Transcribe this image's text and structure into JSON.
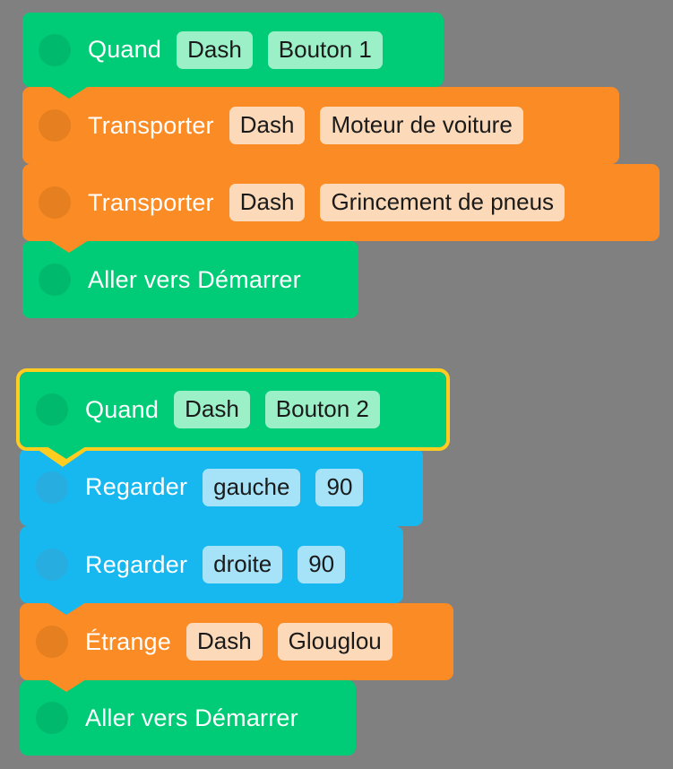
{
  "app": {
    "name": "blockly-visual-programming-workspace",
    "language": "fr",
    "background_color": "#808080"
  },
  "palette": {
    "event_green": "#00cc77",
    "event_green_dot": "#00b96c",
    "event_green_field": "#9cf0c8",
    "sound_orange": "#fb8b24",
    "sound_orange_dot": "#e57f1f",
    "sound_orange_field": "#fcd9b8",
    "look_blue": "#16b8ef",
    "look_blue_dot": "#28ade0",
    "look_blue_field": "#a6e3f9",
    "selection_highlight": "#ffcd20",
    "label_text": "#ffffff",
    "field_text": "#1a1a1a"
  },
  "stacks": [
    {
      "id": "stack-1",
      "selected": false,
      "blocks": [
        {
          "id": "block-quand-bouton-1",
          "category": "event",
          "color": "green",
          "icon": "circle-icon",
          "label": "Quand",
          "fields": [
            {
              "name": "robot",
              "value": "Dash"
            },
            {
              "name": "trigger",
              "value": "Bouton 1"
            }
          ]
        },
        {
          "id": "block-transporter-moteur",
          "category": "sound",
          "color": "orange",
          "icon": "circle-icon",
          "label": "Transporter",
          "fields": [
            {
              "name": "robot",
              "value": "Dash"
            },
            {
              "name": "sound",
              "value": "Moteur de voiture"
            }
          ]
        },
        {
          "id": "block-transporter-grincement",
          "category": "sound",
          "color": "orange",
          "icon": "circle-icon",
          "label": "Transporter",
          "fields": [
            {
              "name": "robot",
              "value": "Dash"
            },
            {
              "name": "sound",
              "value": "Grincement de pneus"
            }
          ]
        },
        {
          "id": "block-aller-vers-demarrer-1",
          "category": "control",
          "color": "green",
          "icon": "circle-icon",
          "label": "Aller vers Démarrer",
          "fields": []
        }
      ]
    },
    {
      "id": "stack-2",
      "selected": true,
      "blocks": [
        {
          "id": "block-quand-bouton-2",
          "category": "event",
          "color": "green",
          "icon": "circle-icon",
          "label": "Quand",
          "selected": true,
          "fields": [
            {
              "name": "robot",
              "value": "Dash"
            },
            {
              "name": "trigger",
              "value": "Bouton 2"
            }
          ]
        },
        {
          "id": "block-regarder-gauche",
          "category": "look",
          "color": "blue",
          "icon": "circle-icon",
          "label": "Regarder",
          "fields": [
            {
              "name": "direction",
              "value": "gauche"
            },
            {
              "name": "angle",
              "value": "90"
            }
          ]
        },
        {
          "id": "block-regarder-droite",
          "category": "look",
          "color": "blue",
          "icon": "circle-icon",
          "label": "Regarder",
          "fields": [
            {
              "name": "direction",
              "value": "droite"
            },
            {
              "name": "angle",
              "value": "90"
            }
          ]
        },
        {
          "id": "block-etrange-glouglou",
          "category": "sound",
          "color": "orange",
          "icon": "circle-icon",
          "label": "Étrange",
          "fields": [
            {
              "name": "robot",
              "value": "Dash"
            },
            {
              "name": "sound",
              "value": "Glouglou"
            }
          ]
        },
        {
          "id": "block-aller-vers-demarrer-2",
          "category": "control",
          "color": "green",
          "icon": "circle-icon",
          "label": "Aller vers Démarrer",
          "fields": []
        }
      ]
    }
  ]
}
